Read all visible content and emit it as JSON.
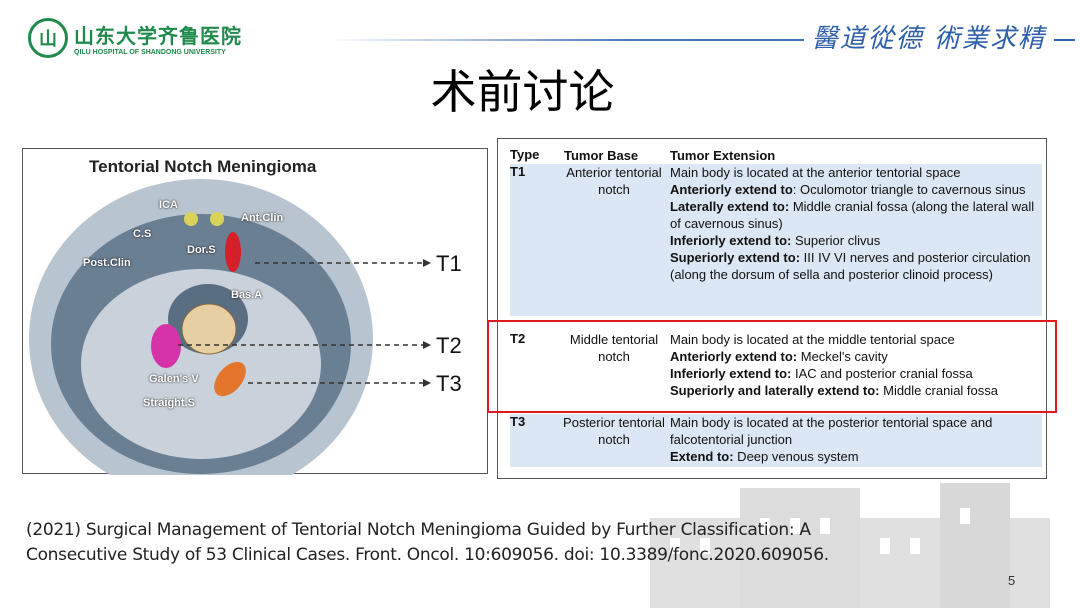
{
  "header": {
    "logo_mark": "山",
    "logo_cn": "山东大学齐鲁医院",
    "logo_en": "QILU HOSPITAL OF SHANDONG UNIVERSITY",
    "motto": "醫道從德 術業求精"
  },
  "title": "术前讨论",
  "figure": {
    "title": "Tentorial Notch Meningioma",
    "labels": {
      "ica": "ICA",
      "ant_clin": "Ant.Clin",
      "cs": "C.S",
      "dor_s": "Dor.S",
      "post_clin": "Post.Clin",
      "bas_a": "Bas.A",
      "galen": "Galen's V",
      "straight": "Straight.S"
    },
    "t1": "T1",
    "t2": "T2",
    "t3": "T3"
  },
  "table": {
    "headers": [
      "Type",
      "Tumor Base",
      "Tumor Extension"
    ],
    "rows": [
      {
        "type": "T1",
        "base": "Anterior tentorial notch",
        "lines": [
          {
            "b": "",
            "t": "Main body is located at the anterior tentorial space"
          },
          {
            "b": "Anteriorly extend to",
            "t": ": Oculomotor triangle to cavernous sinus"
          },
          {
            "b": "Laterally extend to:",
            "t": " Middle cranial fossa (along the lateral wall of cavernous sinus)"
          },
          {
            "b": "Inferiorly extend to:",
            "t": " Superior clivus"
          },
          {
            "b": "Superiorly extend to:",
            "t": " III IV VI nerves and posterior circulation (along the dorsum of sella and posterior clinoid process)"
          }
        ]
      },
      {
        "type": "T2",
        "base": "Middle tentorial notch",
        "lines": [
          {
            "b": "",
            "t": "Main body is located at the middle tentorial space"
          },
          {
            "b": "Anteriorly extend to:",
            "t": " Meckel's cavity"
          },
          {
            "b": "Inferiorly extend to:",
            "t": " IAC and posterior cranial fossa"
          },
          {
            "b": "Superiorly and laterally extend to:",
            "t": " Middle cranial fossa"
          }
        ]
      },
      {
        "type": "T3",
        "base": "Posterior tentorial notch",
        "lines": [
          {
            "b": "",
            "t": "Main body is located at the posterior tentorial space and falcotentorial junction"
          },
          {
            "b": "Extend to:",
            "t": " Deep venous system"
          }
        ]
      }
    ]
  },
  "citation": "(2021) Surgical Management of Tentorial Notch Meningioma Guided by Further Classification: A Consecutive Study of 53 Clinical Cases. Front. Oncol. 10:609056. doi: 10.3389/fonc.2020.609056.",
  "page_number": "5",
  "colors": {
    "brand_green": "#1f8a4c",
    "brand_blue": "#2e5fa8",
    "highlight_red": "#e0191f",
    "table_blue": "#dbe7f4"
  }
}
